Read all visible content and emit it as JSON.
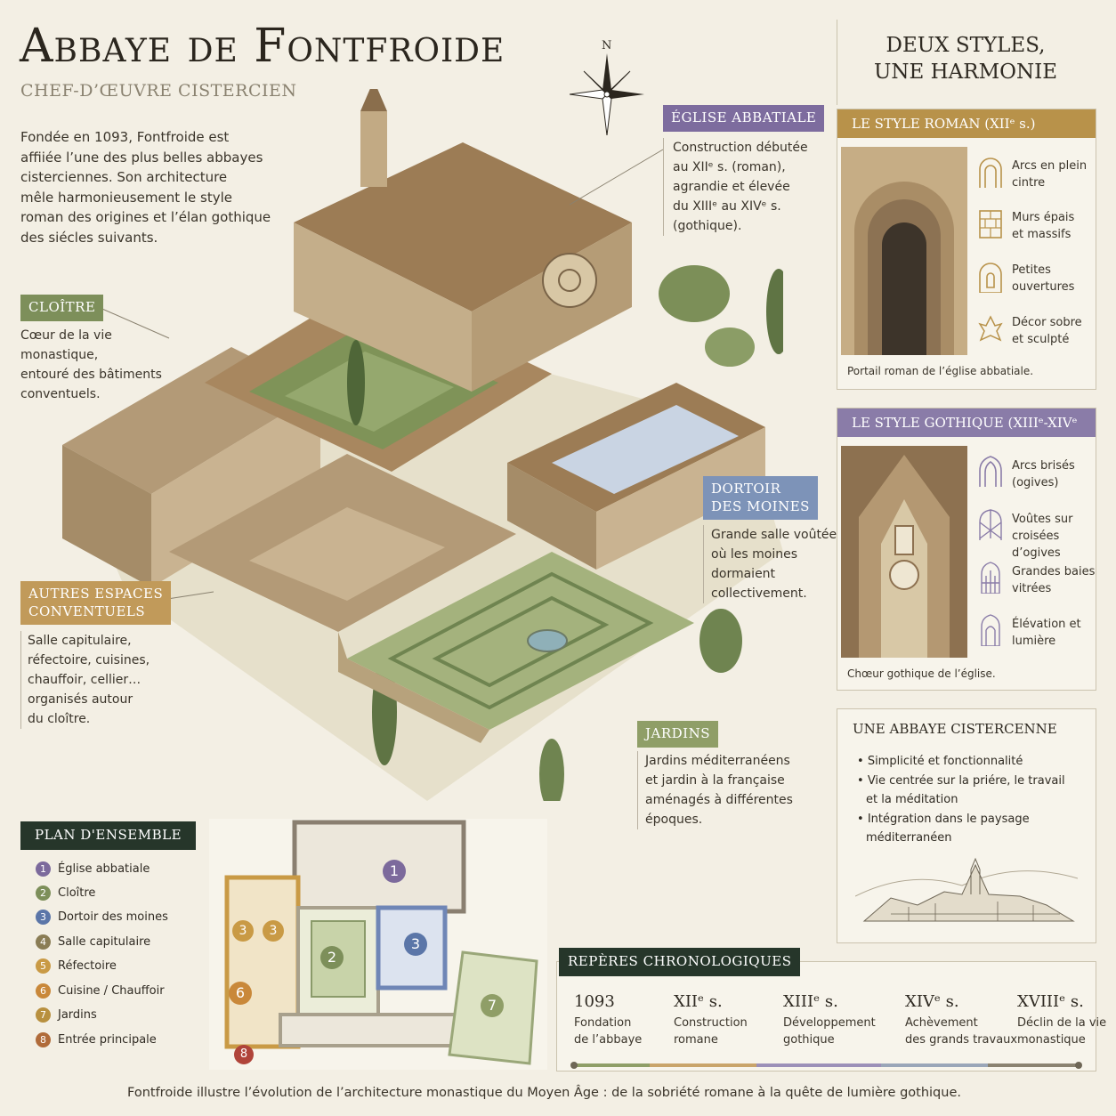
{
  "header": {
    "title": "Abbaye de Fontfroide",
    "subtitle": "CHEF-D’ŒUVRE CISTERCIEN",
    "intro": [
      "Fondée en 1093, Fontfroide est",
      "affiiée l’une des plus belles abbayes",
      "cisterciennes. Son architecture",
      "mêle harmonieusement le style",
      "roman des origines et l’élan gothique",
      "des siécles suivants."
    ]
  },
  "compass": {
    "north": "N"
  },
  "labels": {
    "eglise": {
      "title": "ÉGLISE ABBATIALE",
      "lines": [
        "Construction débutée",
        "au XIIᵉ s. (roman),",
        "agrandie et élevée",
        "du XIIIᵉ au XIVᵉ s.",
        "(gothique)."
      ]
    },
    "cloitre": {
      "title": "CLOÎTRE",
      "lines": [
        "Cœur de la vie",
        "monastique,",
        "entouré des bâtiments",
        "conventuels."
      ]
    },
    "dortoir": {
      "title_lines": [
        "DORTOIR",
        "DES MOINES"
      ],
      "lines": [
        "Grande salle voûtée",
        "où les moines",
        "dormaient",
        "collectivement."
      ]
    },
    "autres": {
      "title_lines": [
        "AUTRES ESPACES",
        "CONVENTUELS"
      ],
      "lines": [
        "Salle capitulaire,",
        "réfectoire, cuisines,",
        "chauffoir, cellier…",
        "organisés autour",
        "du cloître."
      ]
    },
    "jardins": {
      "title": "JARDINS",
      "lines": [
        "Jardins méditerranéens",
        "et jardin à la française",
        "aménagés à différentes",
        "époques."
      ]
    }
  },
  "plan": {
    "title": "PLAN D'ENSEMBLE",
    "items": [
      {
        "n": "1",
        "label": "Église abbatiale",
        "color": "#7c6a9c"
      },
      {
        "n": "2",
        "label": "Cloître",
        "color": "#7d8f5a"
      },
      {
        "n": "3",
        "label": "Dortoir des moines",
        "color": "#5b76a8"
      },
      {
        "n": "4",
        "label": "Salle capitulaire",
        "color": "#8a7d55"
      },
      {
        "n": "5",
        "label": "Réfectoire",
        "color": "#c99a45"
      },
      {
        "n": "6",
        "label": "Cuisine / Chauffoir",
        "color": "#c9883a"
      },
      {
        "n": "7",
        "label": "Jardins",
        "color": "#b8903f"
      },
      {
        "n": "8",
        "label": "Entrée principale",
        "color": "#b06b3a"
      }
    ],
    "map_numbers": {
      "n1": "1",
      "n2": "2",
      "n3": "3",
      "n3a": "3",
      "n3b": "3",
      "n6": "6",
      "n7": "7",
      "n8": "8"
    }
  },
  "sidebar": {
    "title_lines": [
      "DEUX STYLES,",
      "UNE HARMONIE"
    ],
    "roman": {
      "title": "LE STYLE ROMAN (XIIᵉ s.)",
      "features": [
        {
          "icon": "round-arch-icon",
          "lines": [
            "Arcs en plein",
            "cintre"
          ]
        },
        {
          "icon": "thick-wall-icon",
          "lines": [
            "Murs épais",
            "et massifs"
          ]
        },
        {
          "icon": "small-window-icon",
          "lines": [
            "Petites",
            "ouvertures"
          ]
        },
        {
          "icon": "sober-decor-icon",
          "lines": [
            "Décor sobre",
            "et sculpté"
          ]
        }
      ],
      "caption": "Portail roman de l’église abbatiale."
    },
    "gothique": {
      "title": "LE STYLE GOTHIQUE (XIIIᵉ-XIVᵉ s.)",
      "features": [
        {
          "icon": "pointed-arch-icon",
          "lines": [
            "Arcs brisés",
            "(ogives)"
          ]
        },
        {
          "icon": "rib-vault-icon",
          "lines": [
            "Voûtes sur",
            "croisées d’ogives"
          ]
        },
        {
          "icon": "tall-window-icon",
          "lines": [
            "Grandes baies",
            "vitrées"
          ]
        },
        {
          "icon": "elevation-icon",
          "lines": [
            "Élévation et",
            "lumière"
          ]
        }
      ],
      "caption": "Chœur gothique de l’église."
    },
    "cistercienne": {
      "title": "UNE ABBAYE CISTERCENNE",
      "bullets": [
        {
          "lines": [
            "Simplicité et fonctionnalité"
          ]
        },
        {
          "lines": [
            "Vie centrée sur la priére, le travail",
            "et la méditation"
          ]
        },
        {
          "lines": [
            "Intégration dans le paysage",
            "méditerranéen"
          ]
        }
      ]
    }
  },
  "timeline": {
    "title": "REPÈRES CHRONOLOGIQUES",
    "events": [
      {
        "date": "1093",
        "lines": [
          "Fondation",
          "de l’abbaye"
        ]
      },
      {
        "date": "XIIᵉ s.",
        "lines": [
          "Construction",
          "romane"
        ]
      },
      {
        "date": "XIIIᵉ s.",
        "lines": [
          "Développement",
          "gothique"
        ]
      },
      {
        "date": "XIVᵉ s.",
        "lines": [
          "Achèvement",
          "des grands travaux"
        ]
      },
      {
        "date": "XVIIIᵉ s.",
        "lines": [
          "Déclin de la vie",
          "monastique"
        ]
      }
    ]
  },
  "footer": "Fontfroide illustre l’évolution de l’architecture monastique du Moyen Âge : de la sobriété romane à la quête de lumière gothique.",
  "colors": {
    "roman": "#b8924a",
    "gothique": "#8a7ca8",
    "cloitre": "#7d8f5a",
    "dortoir": "#7d93b8",
    "autres": "#c19a5a",
    "dark": "#26362a"
  }
}
